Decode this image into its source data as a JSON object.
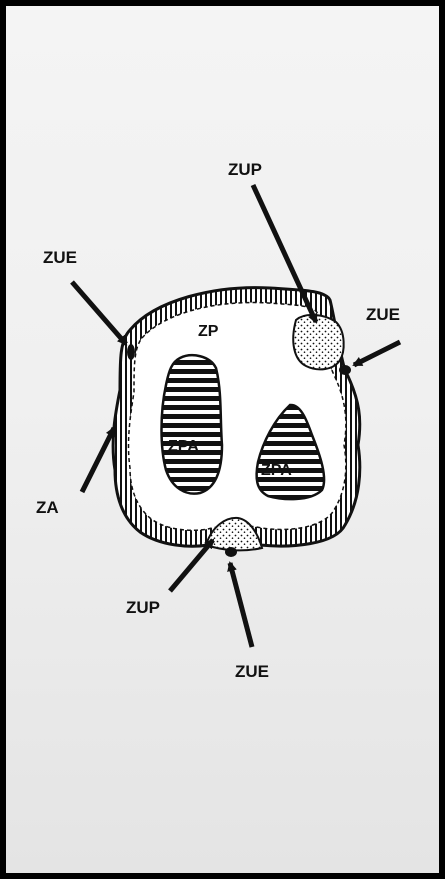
{
  "labels": {
    "zup_top": "ZUP",
    "zue_left": "ZUE",
    "zue_right": "ZUE",
    "zp": "ZP",
    "zpa_left": "ZPA",
    "zpa_right": "ZPA",
    "za": "ZA",
    "zup_bottom": "ZUP",
    "zue_bottom": "ZUE"
  },
  "colors": {
    "ink": "#111111",
    "background_top": "#f3f3f3",
    "background_bottom": "#e6e6e6",
    "frame": "#000000"
  }
}
